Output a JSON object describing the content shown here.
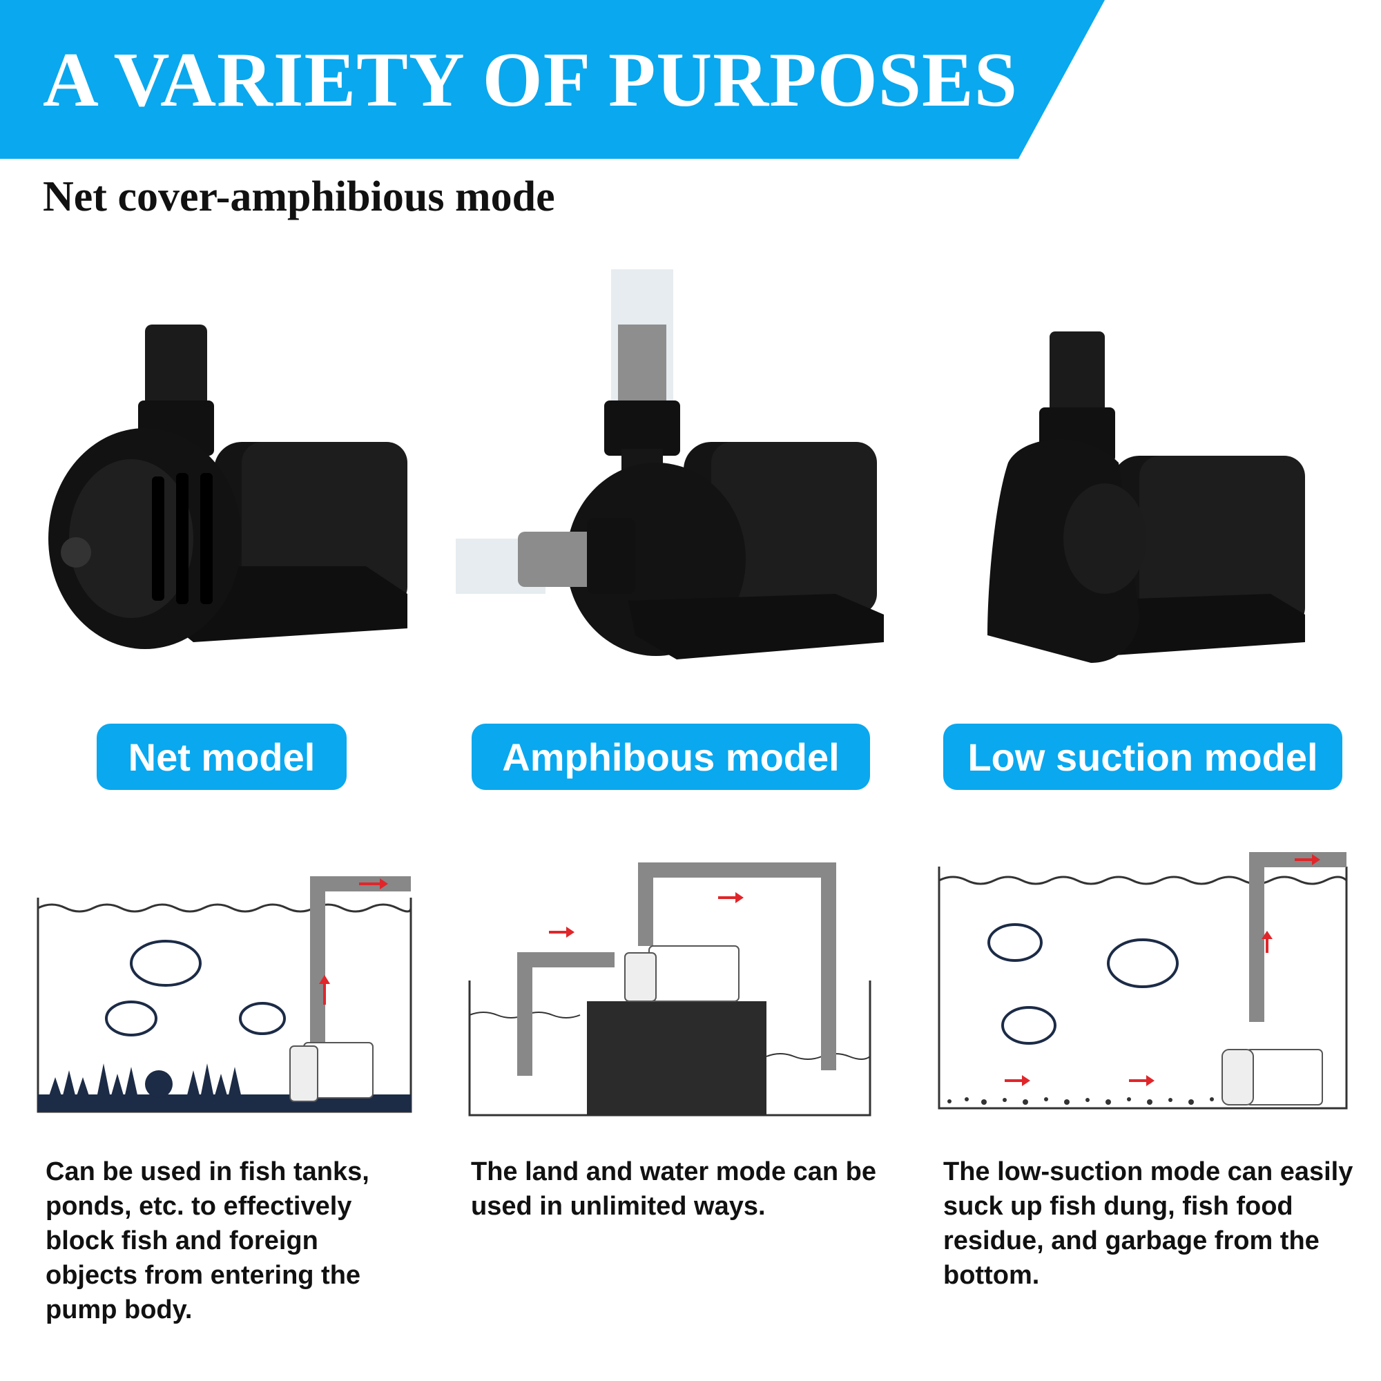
{
  "header": {
    "title": "A VARIETY OF PURPOSES",
    "subtitle": "Net cover-amphibious mode",
    "accent_color": "#0aa8ee"
  },
  "models": [
    {
      "label": "Net model",
      "icon": "pump-with-net-cover-icon",
      "diagram": "fish-tank-diagram-icon",
      "description": "Can be used in fish tanks, ponds, etc. to effectively block fish and foreign objects from entering the pump body."
    },
    {
      "label": "Amphibous model",
      "icon": "pump-with-hoses-icon",
      "diagram": "land-and-water-diagram-icon",
      "description": "The land and water mode can be used in unlimited ways."
    },
    {
      "label": "Low suction model",
      "icon": "pump-with-low-suction-cover-icon",
      "diagram": "bottom-suction-diagram-icon",
      "description": "The low-suction mode can easily suck up fish dung, fish food residue, and garbage from the bottom."
    }
  ]
}
